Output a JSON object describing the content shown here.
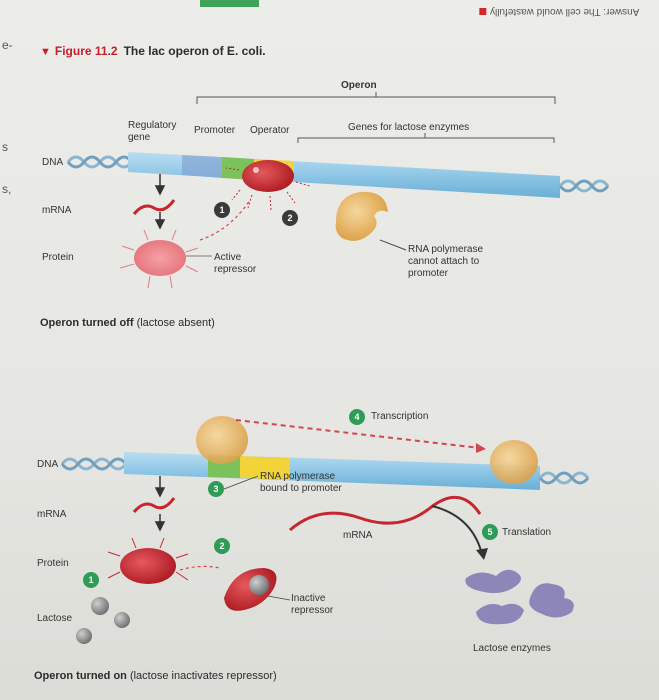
{
  "header": {
    "answer_text": "Answer: The cell would wastefully",
    "figure_label": "Figure 11.2",
    "figure_title": "The lac operon of E. coli."
  },
  "side_marks": [
    "e-",
    "s",
    "s,"
  ],
  "top": {
    "operon_label": "Operon",
    "regulatory_gene_label": "Regulatory gene",
    "promoter_label": "Promoter",
    "operator_label": "Operator",
    "genes_label": "Genes for lactose enzymes",
    "dna_label": "DNA",
    "mrna_label": "mRNA",
    "protein_label": "Protein",
    "active_repressor_label": "Active repressor",
    "rna_pol_note": "RNA polymerase cannot attach to promoter",
    "step1": "1",
    "step2": "2",
    "section_title_bold": "Operon turned off",
    "section_title_rest": "(lactose absent)"
  },
  "bottom": {
    "transcription_step": "4",
    "transcription_label": "Transcription",
    "dna_label": "DNA",
    "mrna_label": "mRNA",
    "protein_label": "Protein",
    "lactose_label": "Lactose",
    "step3": "3",
    "rna_pol_bound_label": "RNA polymerase bound to promoter",
    "step2": "2",
    "step1": "1",
    "inactive_repressor_label": "Inactive repressor",
    "mrna_mid_label": "mRNA",
    "translation_step": "5",
    "translation_label": "Translation",
    "lactose_enzymes_label": "Lactose enzymes",
    "section_title_bold": "Operon turned on",
    "section_title_rest": "(lactose inactivates repressor)"
  },
  "colors": {
    "title_red": "#c61f2b",
    "dna_blue": "#8fc7e6",
    "promoter_green": "#7bc25a",
    "operator_yellow": "#f2d43a",
    "repressor_red": "#c8262e",
    "rna_pol_tan": "#e9b96a",
    "step_green": "#2e9b57",
    "enzyme_purple": "#8d86b8",
    "lactose_gray": "#8a8a8a"
  }
}
